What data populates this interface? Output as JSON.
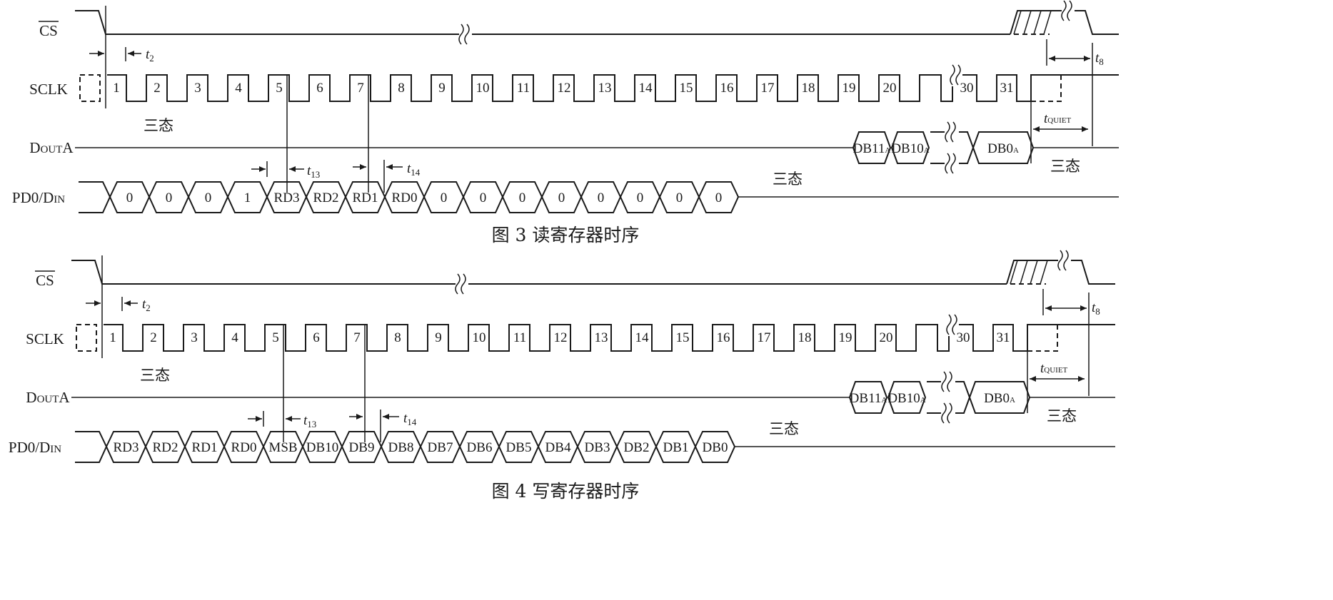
{
  "figures": [
    {
      "caption": "图 3    读寄存器时序",
      "signals": {
        "cs": "CS",
        "sclk": "SCLK",
        "dout": "DoutA",
        "din": "PD0/DIN"
      },
      "sclk_numbers": [
        "1",
        "2",
        "3",
        "4",
        "5",
        "6",
        "7",
        "8",
        "9",
        "10",
        "11",
        "12",
        "13",
        "14",
        "15",
        "16",
        "17",
        "18",
        "19",
        "20",
        "30",
        "31"
      ],
      "din_cells": [
        "0",
        "0",
        "0",
        "1",
        "RD3",
        "RD2",
        "RD1",
        "RD0",
        "0",
        "0",
        "0",
        "0",
        "0",
        "0",
        "0",
        "0"
      ],
      "dout_cells": [
        "DB11A",
        "DB10A",
        "DB0A"
      ],
      "timing": {
        "t2": "t2",
        "t13": "t13",
        "t14": "t14",
        "t8": "t8",
        "tquiet": "tQUIET"
      },
      "tristate": "三态"
    },
    {
      "caption": "图 4    写寄存器时序",
      "signals": {
        "cs": "CS",
        "sclk": "SCLK",
        "dout": "DoutA",
        "din": "PD0/DIN"
      },
      "sclk_numbers": [
        "1",
        "2",
        "3",
        "4",
        "5",
        "6",
        "7",
        "8",
        "9",
        "10",
        "11",
        "12",
        "13",
        "14",
        "15",
        "16",
        "17",
        "18",
        "19",
        "20",
        "30",
        "31"
      ],
      "din_cells": [
        "RD3",
        "RD2",
        "RD1",
        "RD0",
        "MSB",
        "DB10",
        "DB9",
        "DB8",
        "DB7",
        "DB6",
        "DB5",
        "DB4",
        "DB3",
        "DB2",
        "DB1",
        "DB0"
      ],
      "dout_cells": [
        "DB11A",
        "DB10A",
        "DB0A"
      ],
      "timing": {
        "t2": "t2",
        "t13": "t13",
        "t14": "t14",
        "t8": "t8",
        "tquiet": "tQUIET"
      },
      "tristate": "三态"
    }
  ]
}
